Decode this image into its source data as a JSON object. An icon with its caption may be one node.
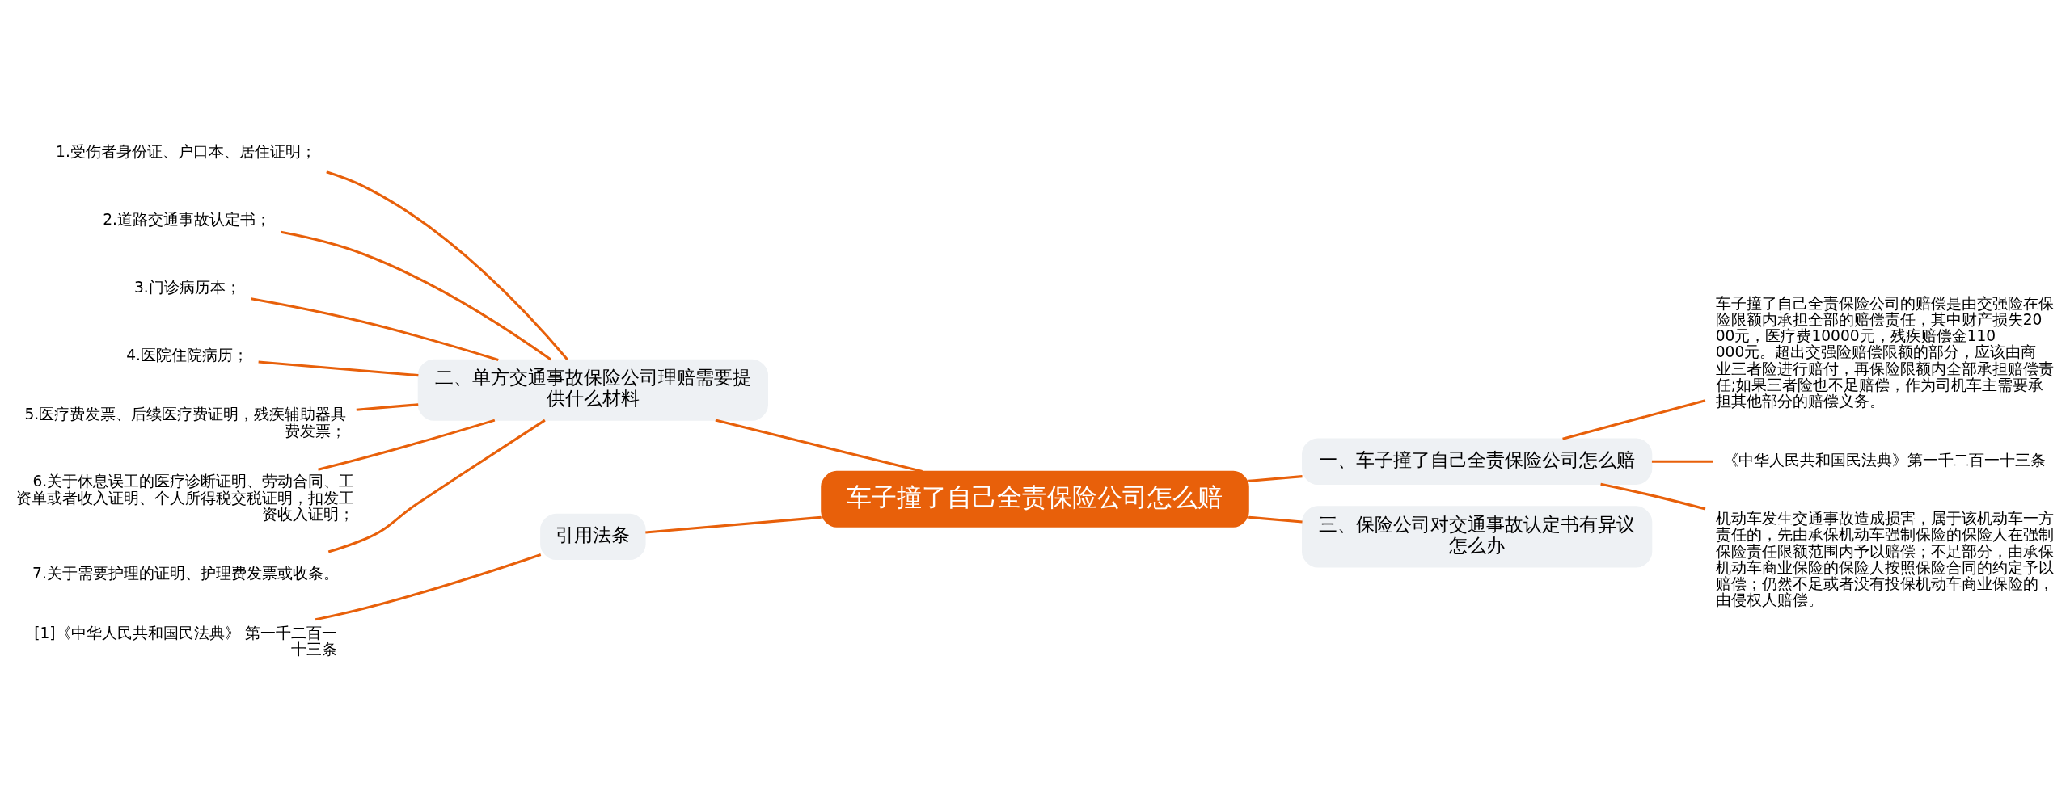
{
  "diagram": {
    "nodes": [
      {
        "text": [
          "车子撞了自己全责保险公司怎么赔"
        ]
      },
      {
        "text": [
          "一、车子撞了自己全责保险公司怎么赔"
        ]
      },
      {
        "text": [
          "车子撞了自己全责保险公司的赔偿是由交强险在保险限额内承担全部的赔偿责任，其中财产损失2000元，医疗费10000元，残疾赔偿金110000元。超出交强险赔偿限额的部分，应该由商业三者险进行赔付，再保险限额内全部承担赔偿责任;如果三者险也不足赔偿，作为司机车主需要承担其他部分的赔偿义务。"
        ]
      },
      {
        "text": [
          "《中华人民共和国民法典》第一千二百一十三条"
        ]
      },
      {
        "text": [
          "机动车发生交通事故造成损害，属于该机动车一方责任的，先由承保机动车强制保险的保险人在强制保险责任限额范围内予以赔偿；不足部分，由承保机动车商业保险的保险人按照保险合同的约定予以赔偿；仍然不足或者没有投保机动车商业保险的，由侵权人赔偿。"
        ]
      },
      {
        "text": [
          "三、保险公司对交通事故认定书有异议怎么办"
        ]
      },
      {
        "text": [
          "二、单方交通事故保险公司理赔需要提供什么材料"
        ]
      },
      {
        "text": [
          "1.受伤者身份证、户口本、居住证明；"
        ]
      },
      {
        "text": [
          "2.道路交通事故认定书；"
        ]
      },
      {
        "text": [
          "3.门诊病历本；"
        ]
      },
      {
        "text": [
          "4.医院住院病历；"
        ]
      },
      {
        "text": [
          "5.医疗费发票、后续医疗费证明，残疾辅助器具费发票；"
        ]
      },
      {
        "text": [
          "6.关于休息误工的医疗诊断证明、劳动合同、工资单或者收入证明、个人所得税交税证明，扣发工资收入证明；"
        ]
      },
      {
        "text": [
          "7.关于需要护理的证明、护理费发票或收条。"
        ]
      },
      {
        "text": [
          "引用法条"
        ]
      },
      {
        "text": [
          "[1]《中华人民共和国民法典》 第一千二百一十三条"
        ]
      }
    ],
    "edges": [
      {
        "from": 0,
        "to": 1,
        "arrow": "none"
      },
      {
        "from": 1,
        "to": 2,
        "arrow": "none"
      },
      {
        "from": 1,
        "to": 3,
        "arrow": "none"
      },
      {
        "from": 1,
        "to": 4,
        "arrow": "none"
      },
      {
        "from": 0,
        "to": 5,
        "arrow": "none"
      },
      {
        "from": 0,
        "to": 6,
        "arrow": "none"
      },
      {
        "from": 6,
        "to": 7,
        "arrow": "none"
      },
      {
        "from": 6,
        "to": 8,
        "arrow": "none"
      },
      {
        "from": 6,
        "to": 9,
        "arrow": "none"
      },
      {
        "from": 6,
        "to": 10,
        "arrow": "none"
      },
      {
        "from": 6,
        "to": 11,
        "arrow": "none"
      },
      {
        "from": 6,
        "to": 12,
        "arrow": "none"
      },
      {
        "from": 6,
        "to": 13,
        "arrow": "none"
      },
      {
        "from": 0,
        "to": 14,
        "arrow": "none"
      },
      {
        "from": 14,
        "to": 15,
        "arrow": "none"
      }
    ]
  }
}
